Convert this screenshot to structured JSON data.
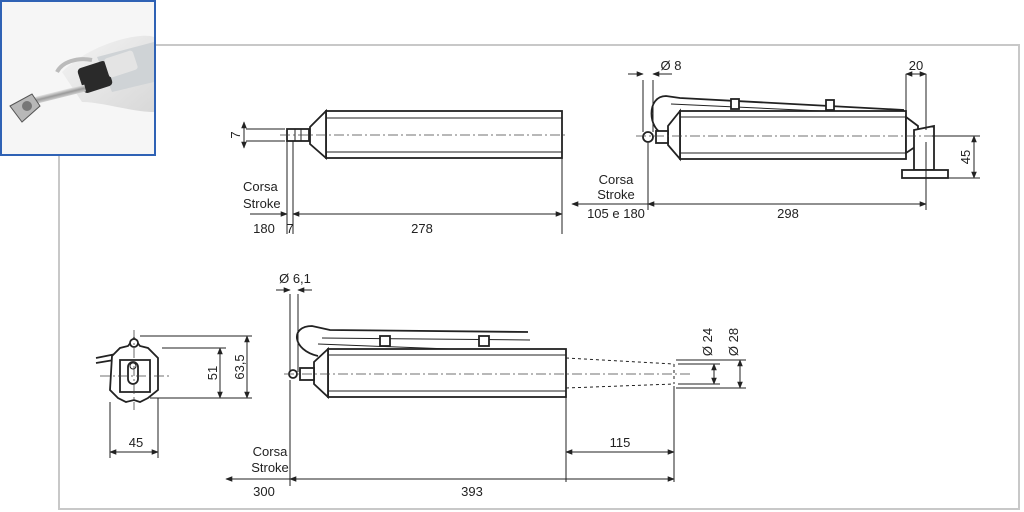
{
  "photo": {
    "alt": "actuator-photo"
  },
  "top_left": {
    "label_7_v": "7",
    "label_stroke_it": "Corsa",
    "label_stroke_en": "Stroke",
    "label_180": "180",
    "label_7_h": "7",
    "label_278": "278"
  },
  "top_right": {
    "label_d8": "Ø 8",
    "label_20": "20",
    "label_45": "45",
    "label_stroke_it": "Corsa",
    "label_stroke_en": "Stroke",
    "label_105_180": "105 e 180",
    "label_298": "298"
  },
  "end_view": {
    "label_51": "51",
    "label_63_5": "63,5",
    "label_45": "45"
  },
  "bottom": {
    "label_d61": "Ø 6,1",
    "label_d24": "Ø 24",
    "label_d28": "Ø 28",
    "label_115": "115",
    "label_stroke_it": "Corsa",
    "label_stroke_en": "Stroke",
    "label_300": "300",
    "label_393": "393"
  }
}
